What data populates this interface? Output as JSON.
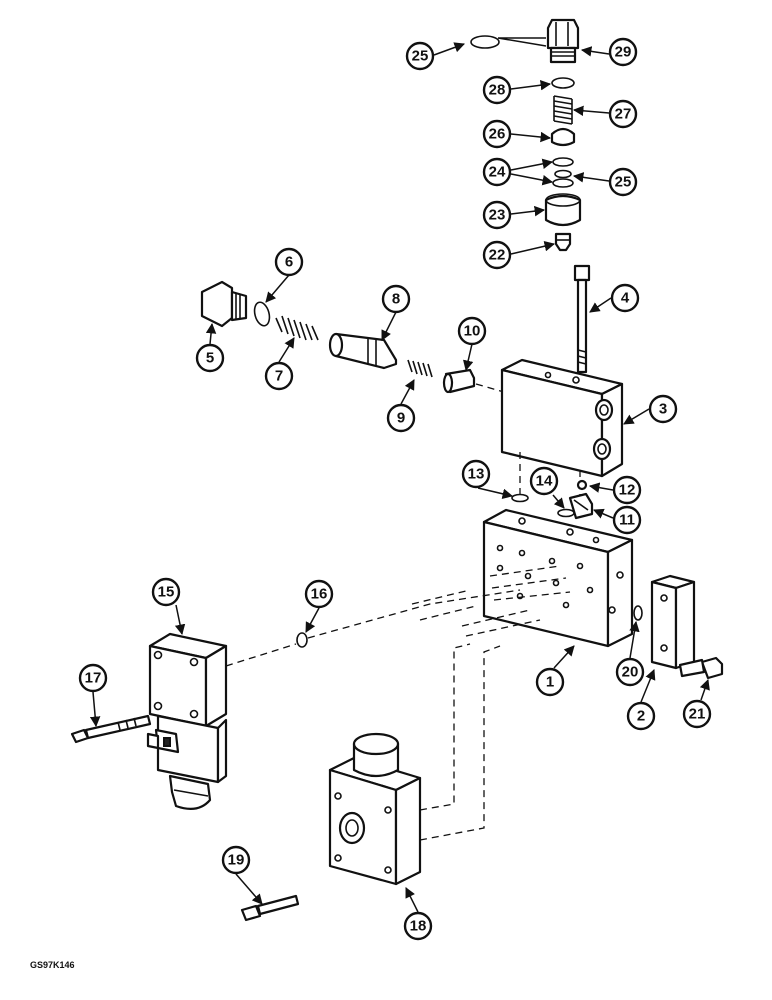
{
  "figure_code": "GS97K146",
  "callouts": [
    "25",
    "29",
    "28",
    "27",
    "26",
    "24",
    "25",
    "23",
    "22",
    "6",
    "8",
    "4",
    "5",
    "7",
    "10",
    "9",
    "3",
    "13",
    "14",
    "12",
    "11",
    "15",
    "16",
    "17",
    "1",
    "20",
    "2",
    "21",
    "19",
    "18"
  ]
}
